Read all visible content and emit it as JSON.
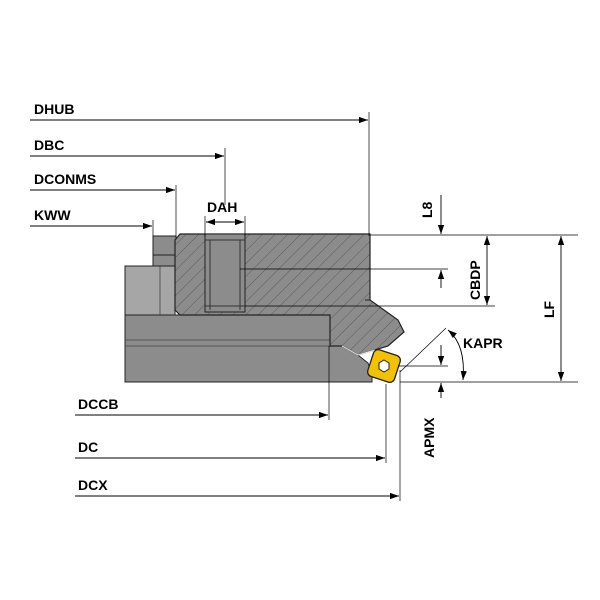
{
  "labels": {
    "dhub": "DHUB",
    "dbc": "DBC",
    "dconms": "DCONMS",
    "kww": "KWW",
    "dah": "DAH",
    "l8": "L8",
    "cbdp": "CBDP",
    "lf": "LF",
    "kapr": "KAPR",
    "apmx": "APMX",
    "dccb": "DCCB",
    "dc": "DC",
    "dcx": "DCX"
  },
  "colors": {
    "body": "#8c8c8c",
    "body_light": "#a6a6a6",
    "hatch": "#5a5a5a",
    "insert": "#f2c200",
    "line": "#000000"
  }
}
